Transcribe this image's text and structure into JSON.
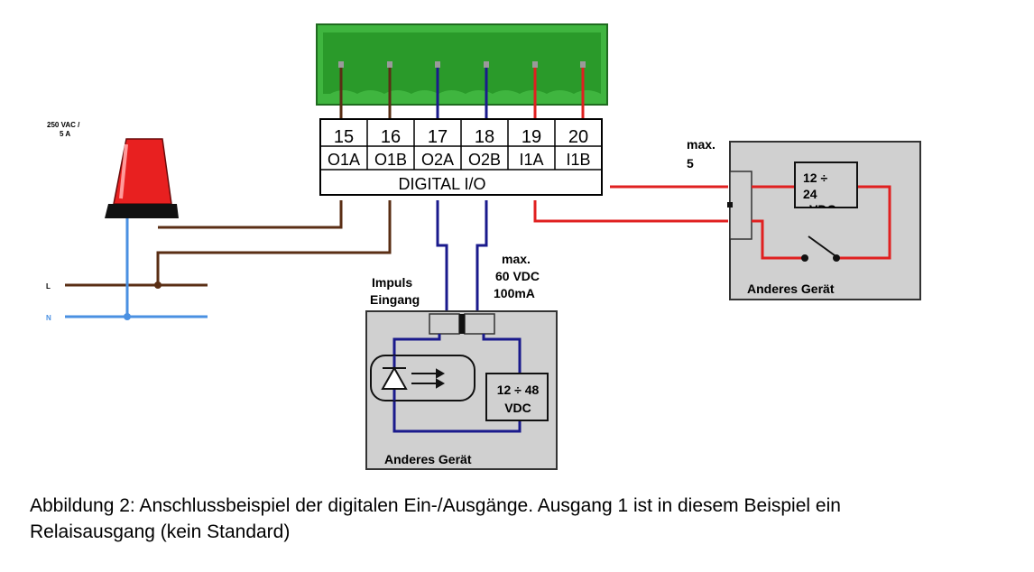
{
  "terminal_block": {
    "numbers": [
      "15",
      "16",
      "17",
      "18",
      "19",
      "20"
    ],
    "labels": [
      "O1A",
      "O1B",
      "O2A",
      "O2B",
      "I1A",
      "I1B"
    ],
    "title": "DIGITAL I/O"
  },
  "lamp_rating": {
    "line1": "250  VAC /",
    "line2": "5 A"
  },
  "mains": {
    "l_label": "L",
    "n_label": "N"
  },
  "pulse_input": {
    "label_line1": "Impuls",
    "label_line2": "Eingang",
    "max_line1": "max.",
    "max_line2": "60 VDC",
    "max_line3": "100mA",
    "supply_line1": "12 ÷ 48",
    "supply_line2": "VDC",
    "device_label": "Anderes  Gerät"
  },
  "relay_input": {
    "max_line1": "max.",
    "max_line2": "5",
    "supply_line1": "12 ÷",
    "supply_line2": "24",
    "supply_line3": "VDC",
    "device_label": "Anderes  Gerät"
  },
  "colors": {
    "connector_green": "#3fb53f",
    "connector_dark": "#1f8a1f",
    "wire_brown": "#5a2e14",
    "wire_blue": "#1a1a8c",
    "wire_red": "#e02020",
    "wire_lightblue": "#4a90e2",
    "device_gray": "#d0d0d0",
    "lamp_red": "#e82020"
  },
  "caption": {
    "line1": "Abbildung 2: Anschlussbeispiel der digitalen Ein-/Ausgänge. Ausgang 1 ist in diesem Beispiel ein",
    "line2": "Relaisausgang (kein Standard)"
  }
}
